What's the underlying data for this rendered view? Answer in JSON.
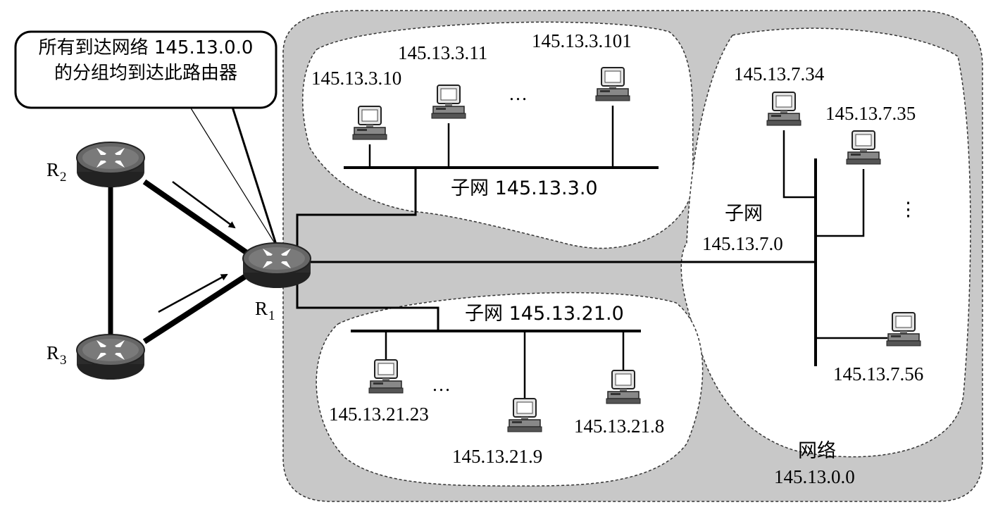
{
  "callout": {
    "line1": "所有到达网络 145.13.0.0",
    "line2": "的分组均到达此路由器"
  },
  "routers": {
    "r1": {
      "letter": "R",
      "sub": "1"
    },
    "r2": {
      "letter": "R",
      "sub": "2"
    },
    "r3": {
      "letter": "R",
      "sub": "3"
    }
  },
  "network": {
    "label": "网络",
    "address": "145.13.0.0",
    "fill_color": "#c8c8c8"
  },
  "subnet_top": {
    "label": "子网 145.13.3.0",
    "hosts": [
      "145.13.3.10",
      "145.13.3.11",
      "145.13.3.101"
    ],
    "ellipsis": "…"
  },
  "subnet_right": {
    "label": "子网",
    "address": "145.13.7.0",
    "hosts": [
      "145.13.7.34",
      "145.13.7.35",
      "145.13.7.56"
    ],
    "ellipsis": "⋮"
  },
  "subnet_bottom": {
    "label": "子网 145.13.21.0",
    "hosts": [
      "145.13.21.23",
      "145.13.21.9",
      "145.13.21.8"
    ],
    "ellipsis": "…"
  }
}
